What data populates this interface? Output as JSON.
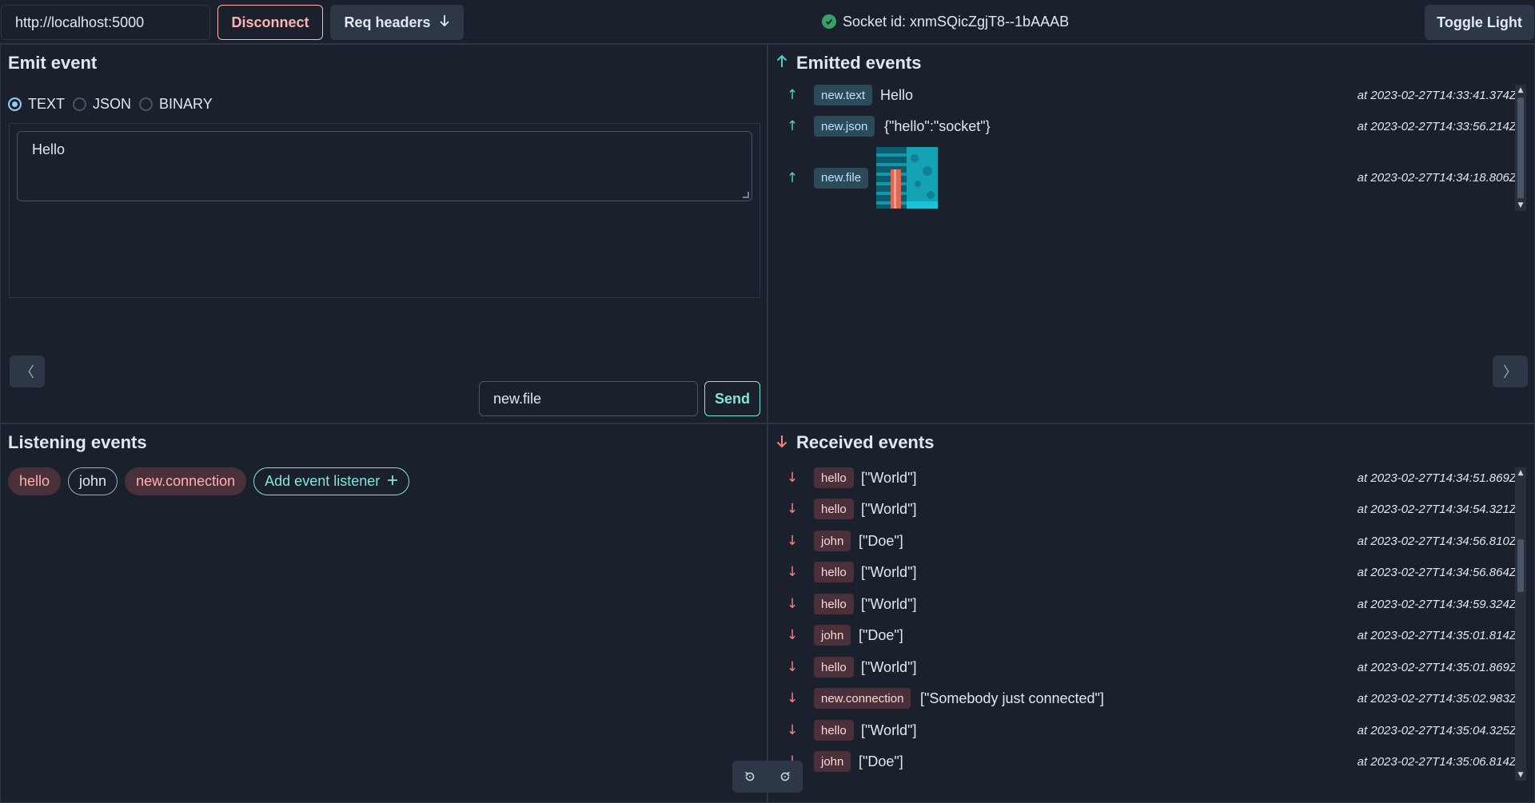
{
  "header": {
    "url": "http://localhost:5000",
    "disconnect_label": "Disconnect",
    "headers_label": "Req headers",
    "socket_status": "Socket id: xnmSQicZgjT8--1bAAAB",
    "toggle_label": "Toggle Light"
  },
  "emit": {
    "title": "Emit event",
    "formats": [
      "TEXT",
      "JSON",
      "BINARY"
    ],
    "selected_format": "TEXT",
    "message": "Hello",
    "event_name": "new.file",
    "send_label": "Send"
  },
  "emitted": {
    "title": "Emitted events",
    "events": [
      {
        "name": "new.text",
        "payload": "Hello",
        "time": "at 2023-02-27T14:33:41.374Z"
      },
      {
        "name": "new.json",
        "payload": "{\"hello\":\"socket\"}",
        "time": "at 2023-02-27T14:33:56.214Z"
      },
      {
        "name": "new.file",
        "payload": "",
        "time": "at 2023-02-27T14:34:18.806Z"
      }
    ]
  },
  "listening": {
    "title": "Listening events",
    "listeners": [
      "hello",
      "john",
      "new.connection"
    ],
    "add_label": "Add event listener"
  },
  "received": {
    "title": "Received events",
    "events": [
      {
        "name": "hello",
        "payload": "[\"World\"]",
        "time": "at 2023-02-27T14:34:51.869Z"
      },
      {
        "name": "hello",
        "payload": "[\"World\"]",
        "time": "at 2023-02-27T14:34:54.321Z"
      },
      {
        "name": "john",
        "payload": "[\"Doe\"]",
        "time": "at 2023-02-27T14:34:56.810Z"
      },
      {
        "name": "hello",
        "payload": "[\"World\"]",
        "time": "at 2023-02-27T14:34:56.864Z"
      },
      {
        "name": "hello",
        "payload": "[\"World\"]",
        "time": "at 2023-02-27T14:34:59.324Z"
      },
      {
        "name": "john",
        "payload": "[\"Doe\"]",
        "time": "at 2023-02-27T14:35:01.814Z"
      },
      {
        "name": "hello",
        "payload": "[\"World\"]",
        "time": "at 2023-02-27T14:35:01.869Z"
      },
      {
        "name": "new.connection",
        "payload": "[\"Somebody just connected\"]",
        "time": "at 2023-02-27T14:35:02.983Z"
      },
      {
        "name": "hello",
        "payload": "[\"World\"]",
        "time": "at 2023-02-27T14:35:04.325Z"
      },
      {
        "name": "john",
        "payload": "[\"Doe\"]",
        "time": "at 2023-02-27T14:35:06.814Z"
      }
    ]
  },
  "icons": {
    "headers_toggle": "arrow-down-icon",
    "status": "check-circle-icon",
    "emitted": "arrow-up-icon",
    "received": "arrow-down-icon",
    "prev": "chevron-left-icon",
    "next": "chevron-right-icon",
    "add": "plus-icon",
    "undo": "undo-icon",
    "redo": "redo-icon"
  },
  "colors": {
    "background": "#1a202c",
    "accent_teal": "#81e6d9",
    "accent_red": "#feb2b2",
    "status_green": "#38a169"
  }
}
